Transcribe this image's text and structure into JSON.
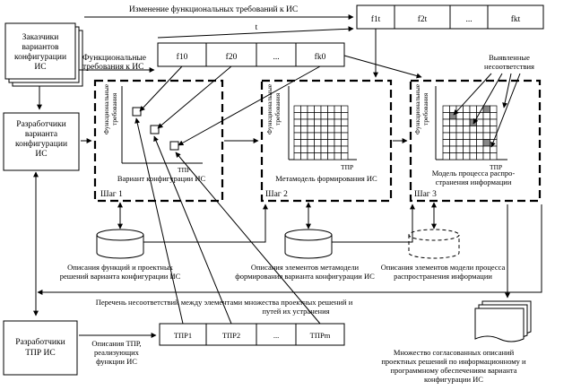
{
  "actors": {
    "customers": [
      "Заказчики",
      "вариантов",
      "конфигурации",
      "ИС"
    ],
    "developers_variant": [
      "Разработчики",
      "варианта",
      "конфигурации",
      "ИС"
    ],
    "developers_tpr": [
      "Разработчики",
      "ТПР ИС"
    ]
  },
  "flows": {
    "change_requirements": "Изменение функциональных требований к ИС",
    "time": "t",
    "func_requirements": [
      "Функциональные",
      "требования к ИС"
    ],
    "mismatch_list": [
      "Перечень несоответствий между элементами множества проектных решений и",
      "путей их устранения"
    ],
    "tpr_description": [
      "Описания ТПР,",
      "реализующих",
      "функции ИС"
    ]
  },
  "vectors": {
    "top": [
      "f1t",
      "f2t",
      "...",
      "fkt"
    ],
    "mid": [
      "f10",
      "f20",
      "...",
      "fk0"
    ],
    "tpr": [
      "ТПР1",
      "ТПР2",
      "...",
      "ТПРm"
    ]
  },
  "steps": [
    {
      "caption": "Вариант конфигурации ИС",
      "label": "Шаг 1",
      "y_axis": [
        "Функциональные",
        "требования"
      ],
      "x_axis": "ТПР"
    },
    {
      "caption": "Метамодель формирования ИС",
      "label": "Шаг 2",
      "y_axis": [
        "Функциональные",
        "требования"
      ],
      "x_axis": "ТПР"
    },
    {
      "caption": [
        "Модель процесса распро-",
        "странения информации"
      ],
      "label": "Шаг 3",
      "y_axis": [
        "Функциональные",
        "требования"
      ],
      "x_axis": "ТПР"
    }
  ],
  "mismatches_label": [
    "Выявленные",
    "несоответствия"
  ],
  "stores": [
    {
      "caption": [
        "Описания функций и проектных",
        "решений варианта конфигурации ИС"
      ]
    },
    {
      "caption": [
        "Описания элементов метамодели",
        "формирования варианта конфигурации ИС"
      ]
    },
    {
      "caption": [
        "Описания элементов модели процесса",
        "распространения информации"
      ]
    }
  ],
  "result": [
    "Множество согласованных описаний",
    "проектных решений по информационному и",
    "программному обеспечениям варианта",
    "конфигурации ИС"
  ]
}
